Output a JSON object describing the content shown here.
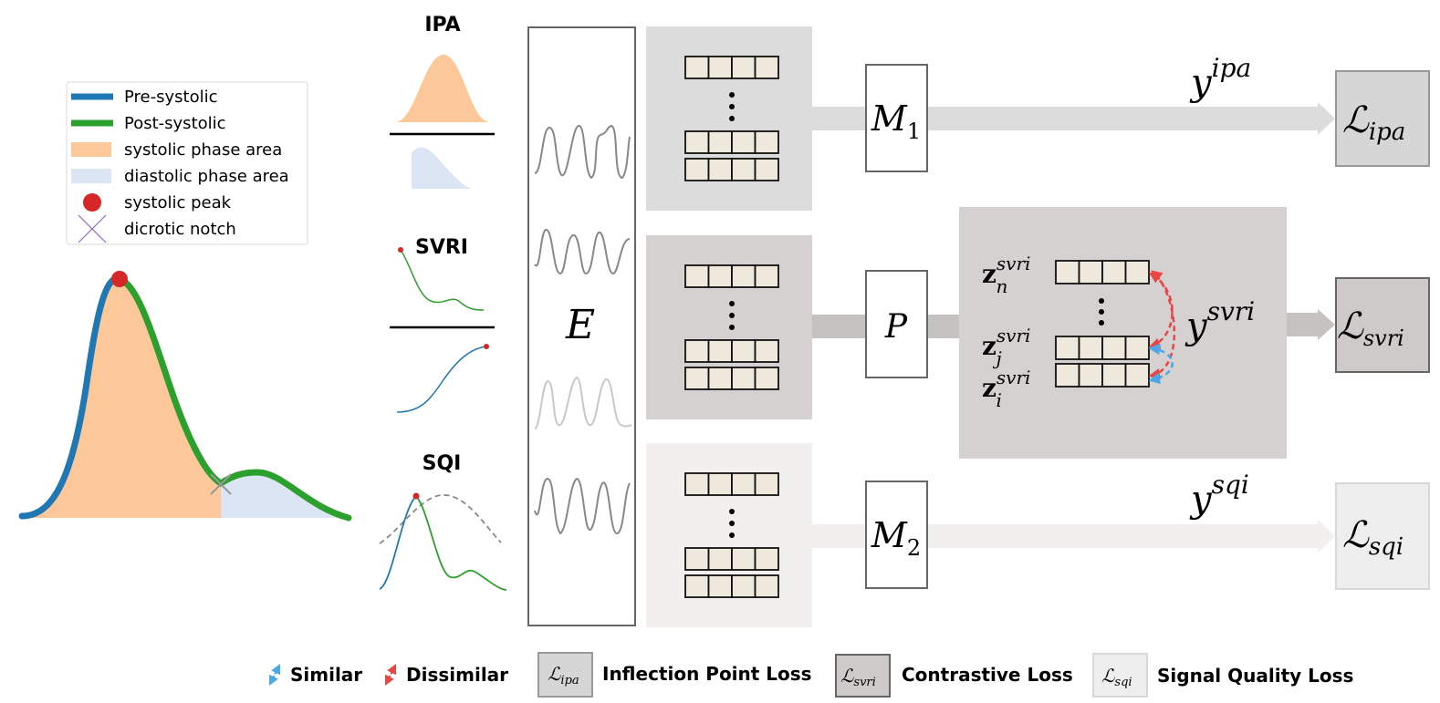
{
  "legend": {
    "items": [
      {
        "label": "Pre-systolic",
        "kind": "line",
        "color": "#1f77b4"
      },
      {
        "label": "Post-systolic",
        "kind": "line",
        "color": "#2ca02c"
      },
      {
        "label": "systolic phase area",
        "kind": "patch",
        "color": "#fdc899"
      },
      {
        "label": "diastolic phase area",
        "kind": "patch",
        "color": "#dbe5f3"
      },
      {
        "label": "systolic peak",
        "kind": "dot",
        "color": "#d62728"
      },
      {
        "label": "dicrotic notch",
        "kind": "cross",
        "color": "#9467bd"
      }
    ]
  },
  "tasks": {
    "ipa": "IPA",
    "svri": "SVRI",
    "sqi": "SQI"
  },
  "encoder": {
    "label": "E"
  },
  "heads": {
    "m1": {
      "base": "M",
      "sub": "1"
    },
    "p": {
      "base": "P"
    },
    "m2": {
      "base": "M",
      "sub": "2"
    }
  },
  "outputs": {
    "ipa": {
      "base": "y",
      "sup": "ipa"
    },
    "svri": {
      "base": "y",
      "sup": "svri"
    },
    "sqi": {
      "base": "y",
      "sup": "sqi"
    }
  },
  "embeddings": {
    "n": {
      "base": "z",
      "sup": "svri",
      "sub": "n"
    },
    "j": {
      "base": "z",
      "sup": "svri",
      "sub": "j"
    },
    "i": {
      "base": "z",
      "sup": "svri",
      "sub": "i"
    }
  },
  "losses": {
    "ipa": {
      "base": "ℒ",
      "sub": "ipa",
      "color": "#d6d6d6"
    },
    "svri": {
      "base": "ℒ",
      "sub": "svri",
      "color": "#cfcaca"
    },
    "sqi": {
      "base": "ℒ",
      "sub": "sqi",
      "color": "#eeeeee"
    }
  },
  "footer": {
    "similar": "Similar",
    "dissimilar": "Dissimilar",
    "ipa_loss": "Inflection Point Loss",
    "svri_loss": "Contrastive Loss",
    "sqi_loss": "Signal Quality Loss"
  },
  "colors": {
    "blue": "#1f77b4",
    "green": "#2ca02c",
    "red": "#d62728",
    "similar_arrow": "#4aa8e8",
    "dissimilar_arrow": "#e84545",
    "token_fill": "#efe8dd",
    "ipa_panel": "#dcdcdc",
    "svri_panel": "#d5d1d1",
    "sqi_panel": "#f1f0ef"
  }
}
